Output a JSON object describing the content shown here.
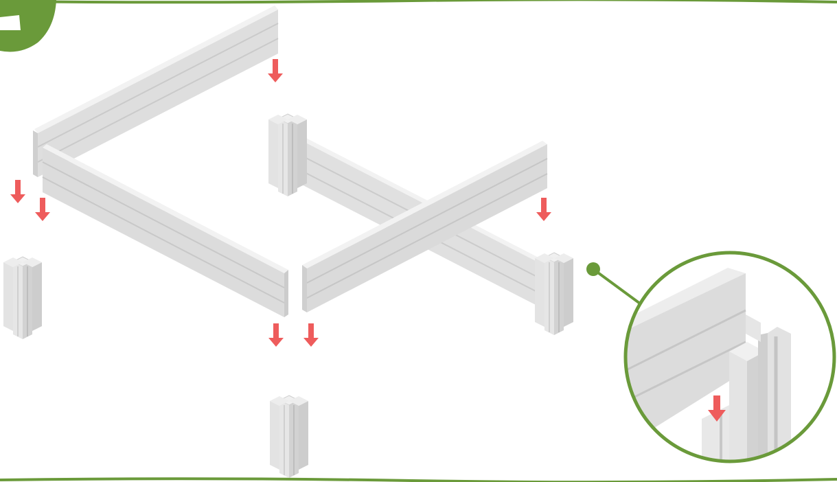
{
  "figure": {
    "description_kind": "assembly-instruction",
    "step_number": "",
    "theme_color": "#6a9a3a",
    "arrow_color": "#ee5c5c",
    "panel_light": "#ececec",
    "panel_mid": "#dcdcdc",
    "panel_dark": "#c9c9c9",
    "icons": [
      "step-badge-icon",
      "down-arrow-icon",
      "zoom-callout-icon"
    ],
    "parts": {
      "panels": 4,
      "corner_posts": 4,
      "arrows": 7
    }
  }
}
